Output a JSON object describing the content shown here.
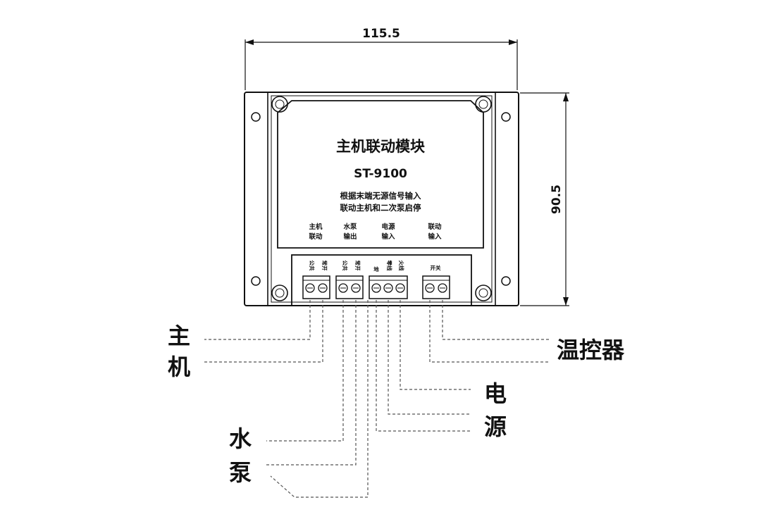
{
  "dimensions": {
    "width": "115.5",
    "height": "90.5"
  },
  "panel": {
    "title": "主机联动模块",
    "model": "ST-9100",
    "desc_line1": "根据末端无源信号输入",
    "desc_line2": "联动主机和二次泵启停"
  },
  "ports": [
    {
      "line1": "主机",
      "line2": "联动"
    },
    {
      "line1": "水泵",
      "line2": "输出"
    },
    {
      "line1": "电源",
      "line2": "输入"
    },
    {
      "line1": "联动",
      "line2": "输入"
    }
  ],
  "terminals": {
    "host_a": "公共",
    "host_b": "常开",
    "pump_a": "公共",
    "pump_b": "常开",
    "pwr_a": "地",
    "pwr_b": "零线",
    "pwr_c": "火线",
    "switch": "开关"
  },
  "external": {
    "host_1": "主",
    "host_2": "机",
    "pump_1": "水",
    "pump_2": "泵",
    "power_1": "电",
    "power_2": "源",
    "thermostat": "温控器"
  }
}
